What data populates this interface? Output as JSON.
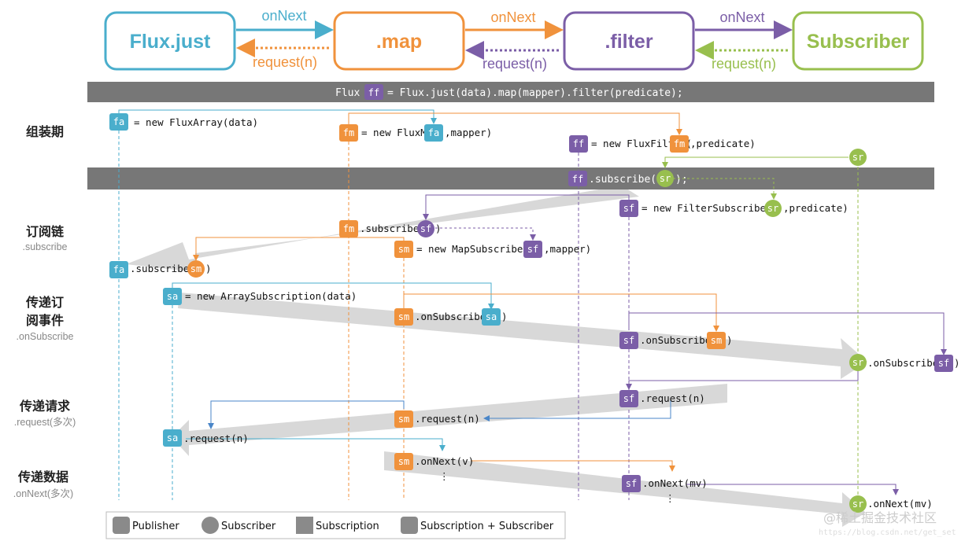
{
  "colors": {
    "flux": "#4aaecc",
    "map": "#f0923c",
    "filter": "#7b5ea7",
    "subscriber": "#98bf4e",
    "bar": "#777777",
    "band": "#d8d8d8"
  },
  "operators": {
    "flux_just": "Flux.just",
    "map": ".map",
    "filter": ".filter",
    "subscriber": "Subscriber"
  },
  "arrows": {
    "on_next": "onNext",
    "request": "request(n)"
  },
  "assembly_bar": {
    "prefix": "Flux",
    "var": "ff",
    "suffix": "= Flux.just(data).map(mapper).filter(predicate);"
  },
  "subscribe_bar": {
    "var": "ff",
    "method": ".subscribe(",
    "arg": "sr",
    "close": ");"
  },
  "phases": {
    "assembly": {
      "title": "组装期",
      "sub": ""
    },
    "subscribe": {
      "title": "订阅链",
      "sub": ".subscribe"
    },
    "onsubscribe": {
      "title_line1": "传递订",
      "title_line2": "阅事件",
      "sub": ".onSubscribe"
    },
    "request": {
      "title": "传递请求",
      "sub": ".request(多次)"
    },
    "onnext": {
      "title": "传递数据",
      "sub": ".onNext(多次)"
    }
  },
  "badges": {
    "fa": "fa",
    "fm": "fm",
    "ff": "ff",
    "sr": "sr",
    "sf": "sf",
    "sm": "sm",
    "sa": "sa"
  },
  "statements": {
    "new_flux_array": "= new FluxArray(data)",
    "new_flux_map_pre": "= new FluxMap(",
    "new_flux_map_post": ",mapper)",
    "new_flux_filter_pre": "= new FluxFilter(",
    "new_flux_filter_post": ",predicate)",
    "new_filter_sub_pre": "= new FilterSubscriber(",
    "new_filter_sub_post": ",predicate)",
    "fm_subscribe_pre": ".subscribe(",
    "fm_subscribe_post": ")",
    "new_map_sub_pre": "= new MapSubscriber(",
    "new_map_sub_post": ",mapper)",
    "fa_subscribe_pre": ".subscribe(",
    "fa_subscribe_post": ")",
    "new_array_sub": "= new ArraySubscription(data)",
    "on_subscribe_pre": ".onSubscribe(",
    "on_subscribe_post": ")",
    "request_n": ".request(n)",
    "on_next_v": ".onNext(v)",
    "on_next_mv": ".onNext(mv)",
    "dots": "⋮"
  },
  "legend": {
    "publisher": "Publisher",
    "subscriber": "Subscriber",
    "subscription": "Subscription",
    "subscription_subscriber": "Subscription + Subscriber"
  },
  "watermark": {
    "main": "@稀土掘金技术社区",
    "url": "https://blog.csdn.net/get_set"
  }
}
